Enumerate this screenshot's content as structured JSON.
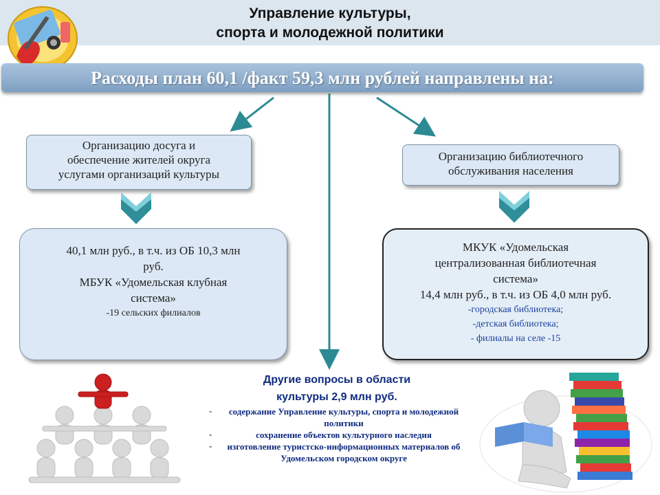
{
  "header": {
    "title_line1": "Управление культуры,",
    "title_line2": "спорта и молодежной политики"
  },
  "banner": {
    "text": "Расходы план 60,1 /факт 59,3 млн рублей направлены на:"
  },
  "left_top": {
    "line1": "Организацию досуга и",
    "line2": "обеспечение жителей округа",
    "line3": "услугами организаций культуры"
  },
  "right_top": {
    "line1": "Организацию библиотечного",
    "line2": "обслуживания населения"
  },
  "left_bottom": {
    "line1": "40,1 млн руб., в т.ч. из ОБ 10,3 млн",
    "line2": "руб.",
    "line3": "МБУК «Удомельская клубная",
    "line4": "система»",
    "line5": "-19 сельских филиалов"
  },
  "right_bottom": {
    "line1": "МКУК «Удомельская",
    "line2": "централизованная библиотечная",
    "line3": "система»",
    "line4": "14,4 млн руб., в т.ч. из ОБ 4,0 млн руб.",
    "line5": "-городская библиотека;",
    "line6": "-детская библиотека;",
    "line7": "- филиалы на селе  -15"
  },
  "other": {
    "title_line1": "Другие вопросы в  области",
    "title_line2": "культуры  2,9 млн руб.",
    "items": [
      {
        "marker": "-",
        "text": "содержание Управление культуры, спорта и молодежной политики"
      },
      {
        "marker": "-",
        "text": "сохранение объектов культурного наследия"
      },
      {
        "marker": "-",
        "text": "изготовление туристско-информационных материалов об Удомельском городском округе"
      }
    ]
  },
  "colors": {
    "banner": "#8fadcf",
    "box_fill": "#dce8f5",
    "arrow_teal": "#2f8e9a",
    "arrow_line": "#2c8a93",
    "text_blue": "#0f2b80",
    "leader_figure": "#cc1f1f"
  },
  "icons": {
    "logo": "music-instruments-icon",
    "people": "human-pyramid-icon",
    "reader": "reader-with-books-icon"
  }
}
